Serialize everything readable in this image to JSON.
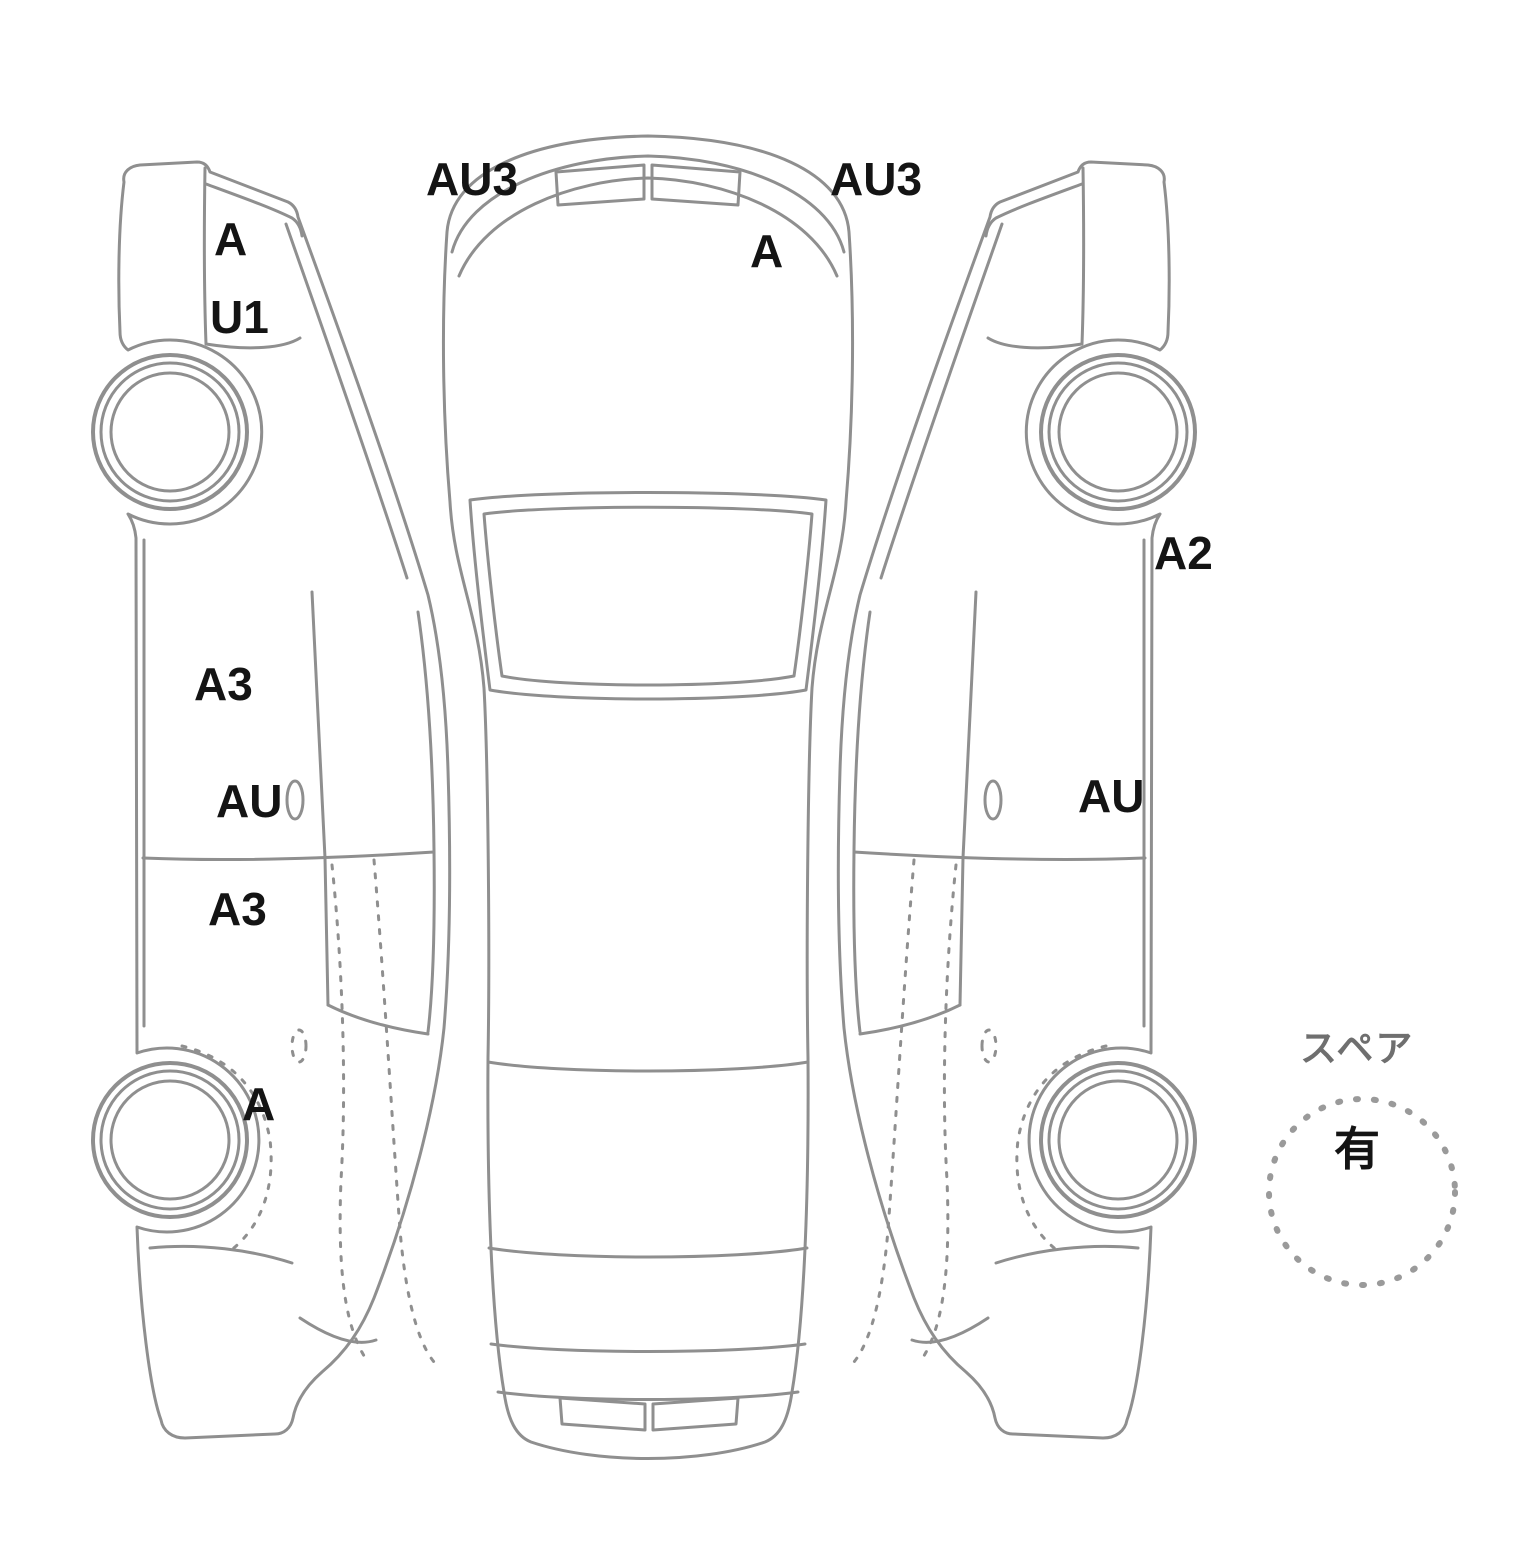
{
  "diagram": {
    "type": "vehicle-damage-inspection",
    "line_color": "#8f8f8f",
    "text_color": "#141414",
    "views": {
      "left_side": "left side view (front up, wheels left)",
      "top": "top view (front up)",
      "right_side": "right side view (front up, wheels right)"
    },
    "labels": [
      {
        "area": "front-window-left",
        "text": "AU3"
      },
      {
        "area": "front-window-right",
        "text": "AU3"
      },
      {
        "area": "left-front-fender",
        "text": "A"
      },
      {
        "area": "hood-right",
        "text": "A"
      },
      {
        "area": "left-front-fender-lower",
        "text": "U1"
      },
      {
        "area": "right-sill",
        "text": "A2"
      },
      {
        "area": "left-front-door-upper",
        "text": "A3"
      },
      {
        "area": "left-front-door-handle",
        "text": "AU"
      },
      {
        "area": "right-front-door-handle",
        "text": "AU"
      },
      {
        "area": "left-rear-door",
        "text": "A3"
      },
      {
        "area": "left-rear-fender",
        "text": "A"
      }
    ],
    "spare": {
      "label": "スペア",
      "status": "有"
    }
  }
}
